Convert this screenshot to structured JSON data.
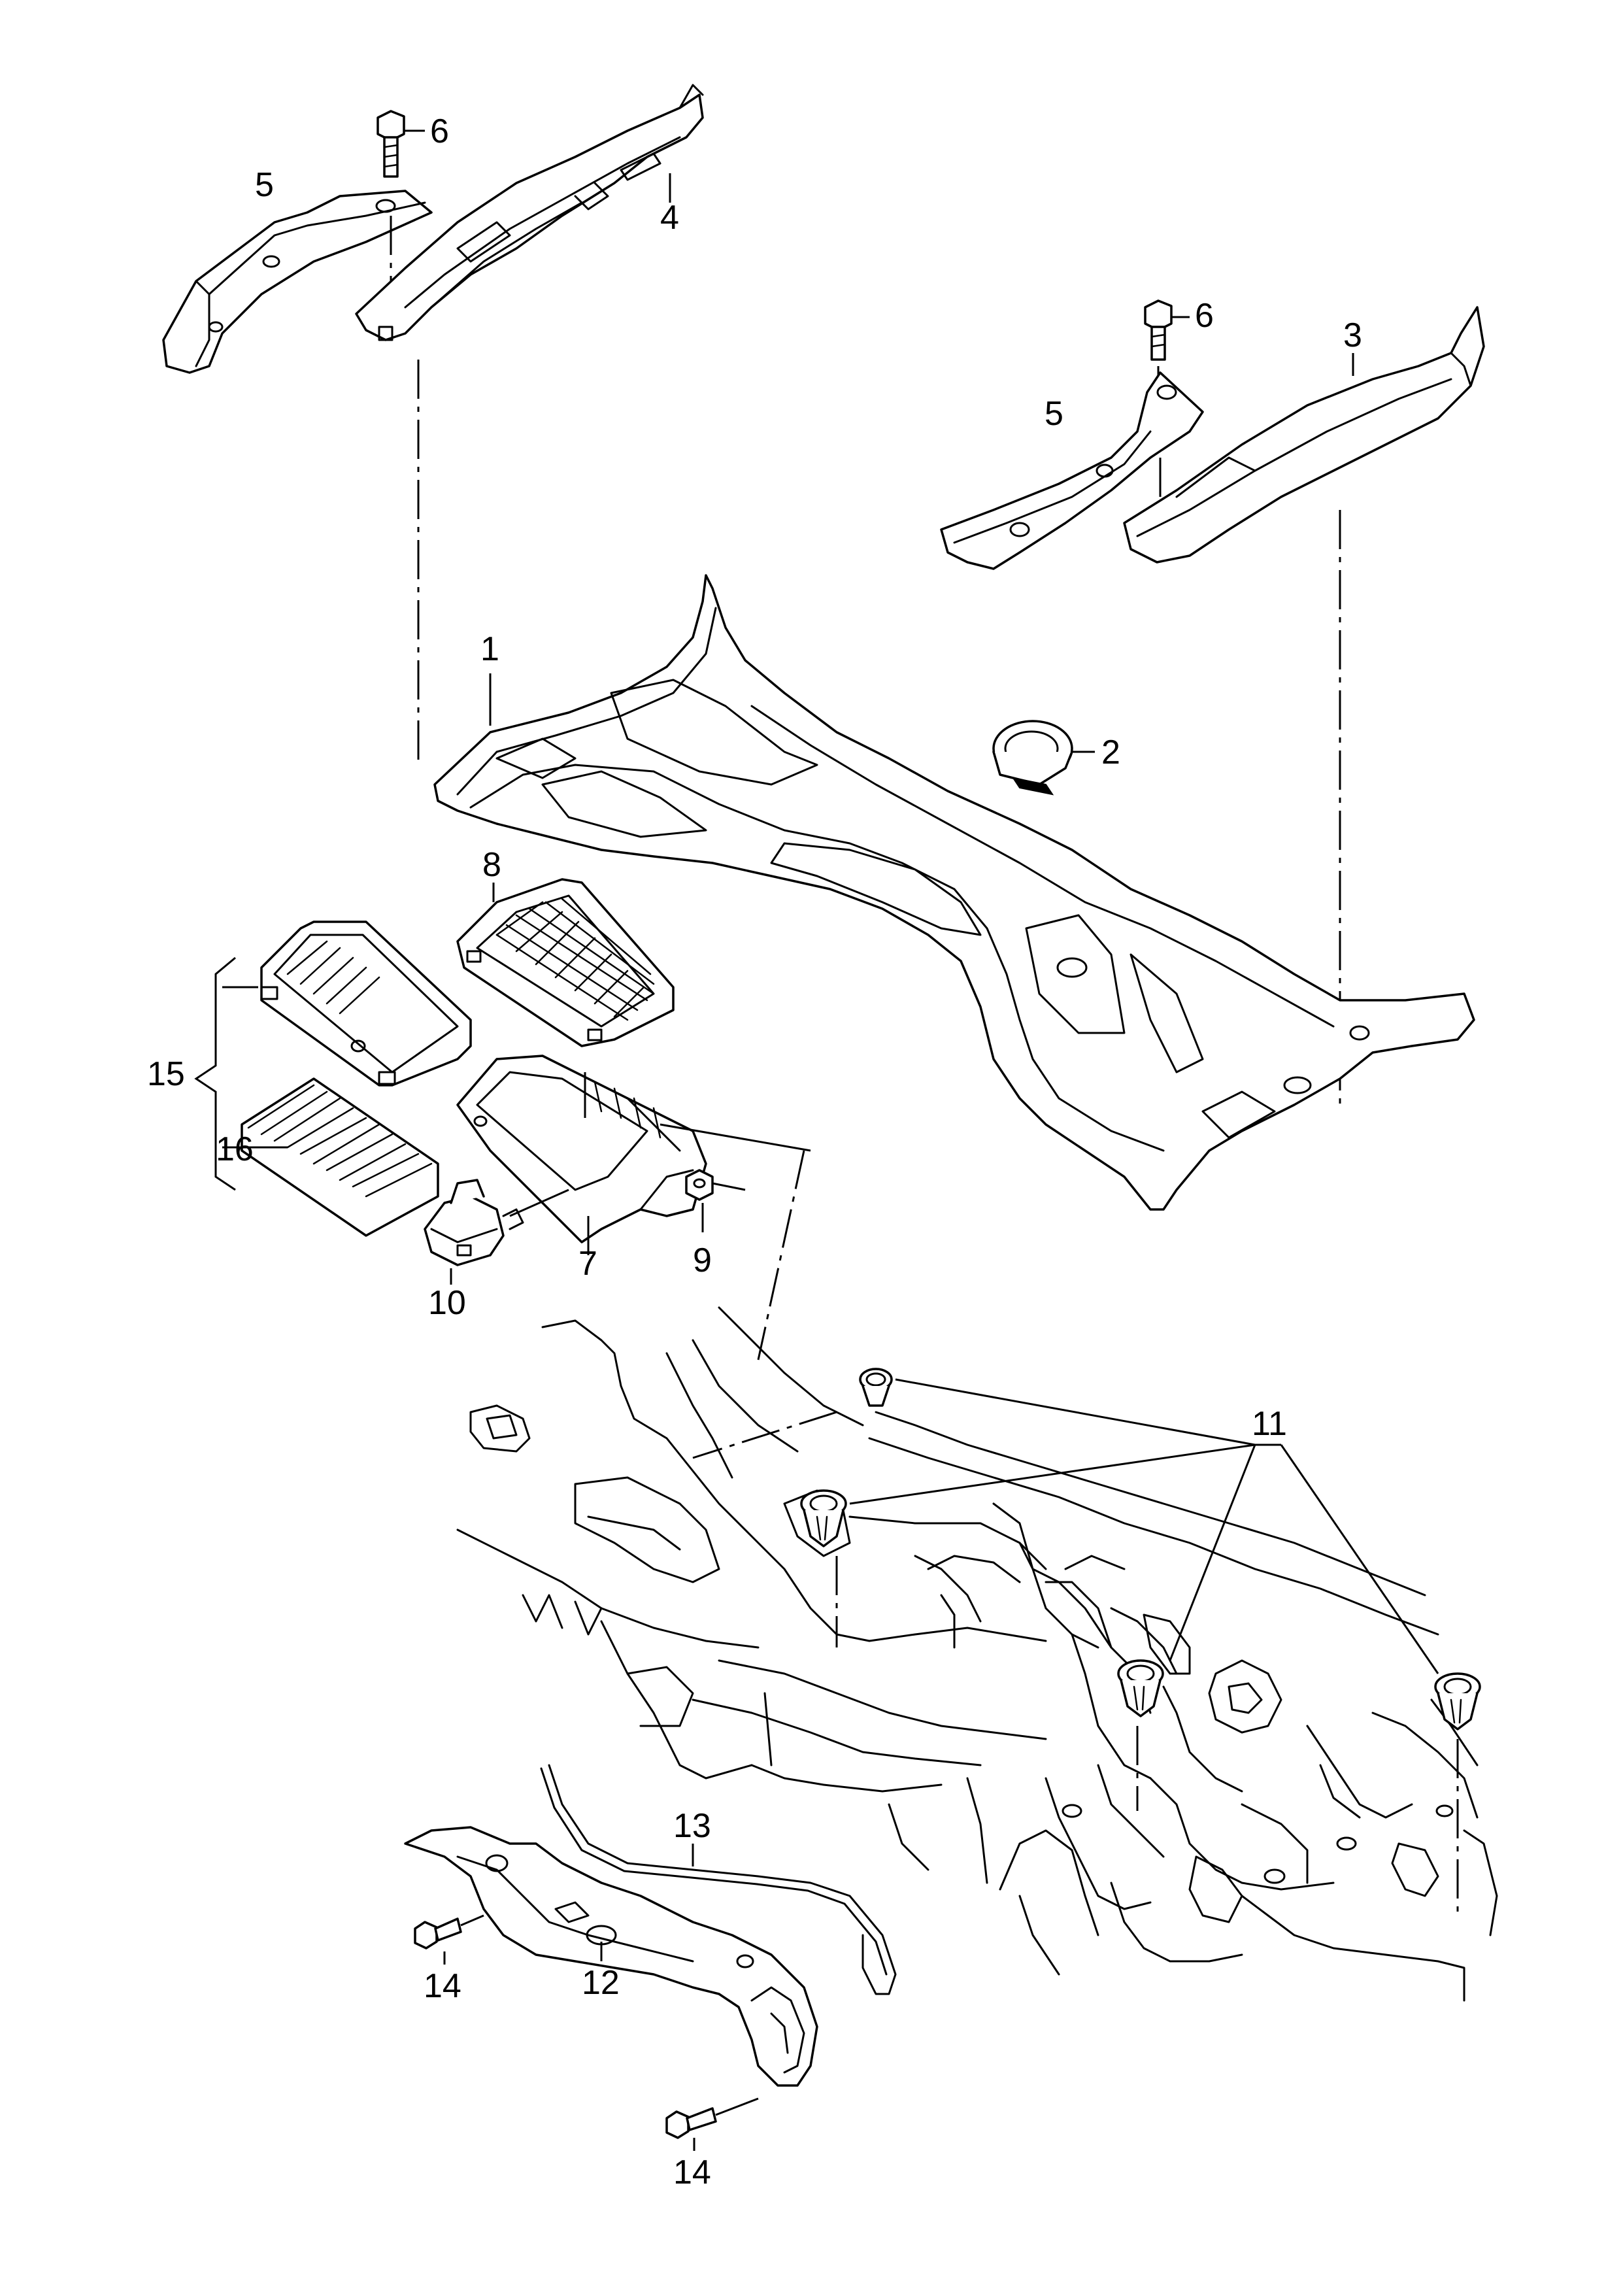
{
  "callouts": {
    "c1": "1",
    "c2": "2",
    "c3": "3",
    "c4": "4",
    "c5a": "5",
    "c5b": "5",
    "c6a": "6",
    "c6b": "6",
    "c7": "7",
    "c8": "8",
    "c9": "9",
    "c10": "10",
    "c11": "11",
    "c12": "12",
    "c13": "13",
    "c14a": "14",
    "c14b": "14",
    "c15": "15",
    "c16": "16"
  },
  "icons": {
    "bolt": "hex-bolt-icon",
    "grommet": "grommet-icon",
    "filter": "filter-element-icon"
  }
}
